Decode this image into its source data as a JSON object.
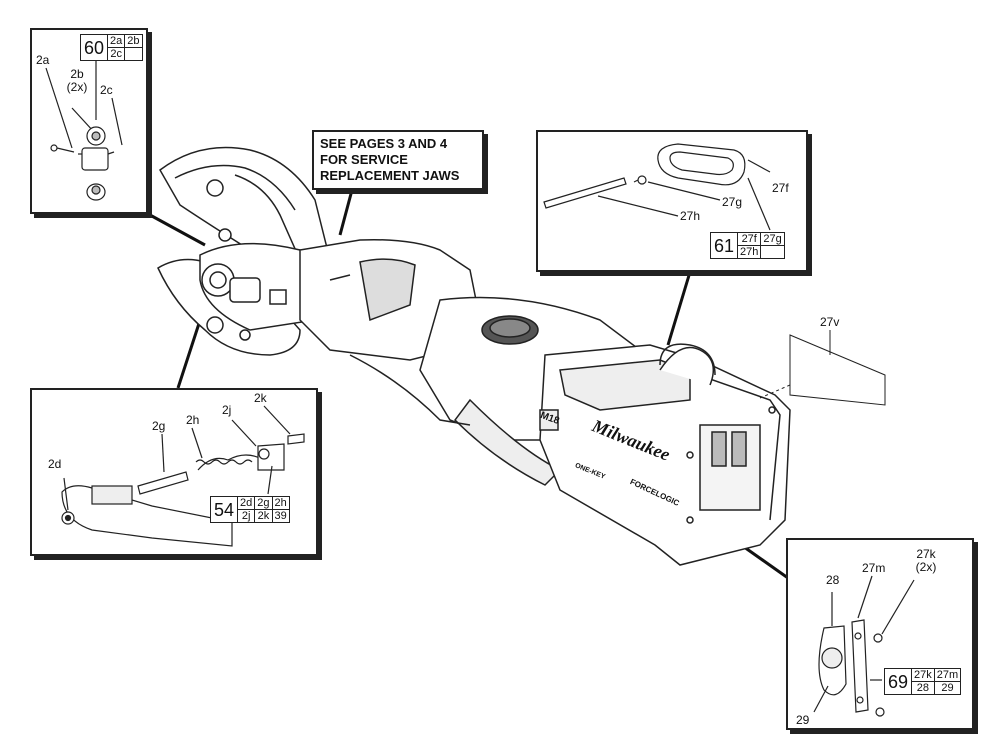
{
  "note": {
    "line1": "SEE PAGES 3 AND 4",
    "line2": "FOR SERVICE",
    "line3": "REPLACEMENT JAWS"
  },
  "branding": {
    "brand": "Milwaukee",
    "battery": "M18",
    "forcelogic": "FORCELOGIC",
    "onekey": "ONE-KEY"
  },
  "panel_top_left": {
    "kit": {
      "number": "60",
      "c1": "2a",
      "c2": "2b",
      "c3": "2c",
      "c4": ""
    },
    "labels": {
      "l2a": "2a",
      "l2b": "2b",
      "l2x": "(2x)",
      "l2c": "2c"
    }
  },
  "panel_top_right": {
    "kit": {
      "number": "61",
      "c1": "27f",
      "c2": "27g",
      "c3": "27h",
      "c4": ""
    },
    "labels": {
      "l27f": "27f",
      "l27g": "27g",
      "l27h": "27h"
    }
  },
  "label_27v": "27v",
  "panel_left": {
    "kit": {
      "number": "54",
      "c1": "2d",
      "c2": "2g",
      "c3": "2h",
      "c4": "2j",
      "c5": "2k",
      "c6": "39"
    },
    "labels": {
      "l2d": "2d",
      "l2g": "2g",
      "l2h": "2h",
      "l2j": "2j",
      "l2k": "2k"
    }
  },
  "panel_bottom_right": {
    "kit": {
      "number": "69",
      "c1": "27k",
      "c2": "27m",
      "c3": "28",
      "c4": "29"
    },
    "labels": {
      "l28": "28",
      "l27m": "27m",
      "l27k": "27k",
      "l2x": "(2x)",
      "l29": "29"
    }
  }
}
